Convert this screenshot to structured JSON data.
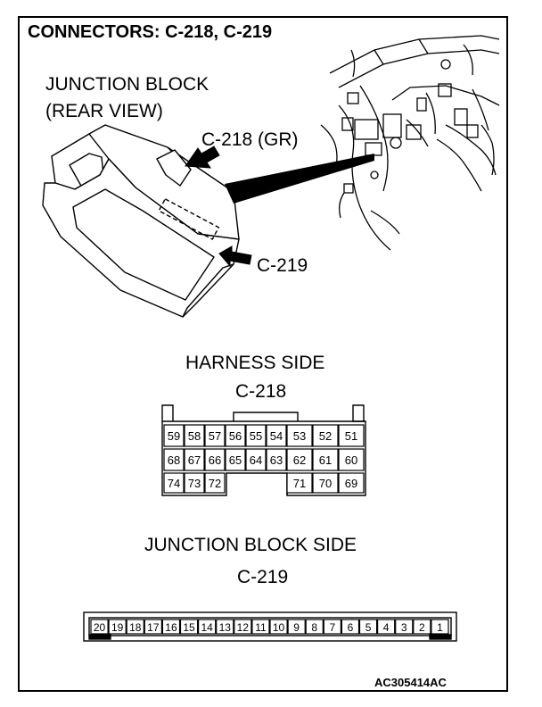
{
  "title": "CONNECTORS: C-218, C-219",
  "junction_block": {
    "line1": "JUNCTION BLOCK",
    "line2": "(REAR VIEW)"
  },
  "callouts": {
    "c218": "C-218 (GR)",
    "c219": "C-219"
  },
  "harness_side": {
    "heading": "HARNESS SIDE",
    "connector": "C-218",
    "row1": [
      "59",
      "58",
      "57",
      "56",
      "55",
      "54",
      "53",
      "52",
      "51"
    ],
    "row2": [
      "68",
      "67",
      "66",
      "65",
      "64",
      "63",
      "62",
      "61",
      "60"
    ],
    "row3_left": [
      "74",
      "73",
      "72"
    ],
    "row3_right": [
      "71",
      "70",
      "69"
    ]
  },
  "junction_side": {
    "heading": "JUNCTION BLOCK SIDE",
    "connector": "C-219",
    "pins": [
      "20",
      "19",
      "18",
      "17",
      "16",
      "15",
      "14",
      "13",
      "12",
      "11",
      "10",
      "9",
      "8",
      "7",
      "6",
      "5",
      "4",
      "3",
      "2",
      "1"
    ]
  },
  "reference": "AC305414AC"
}
